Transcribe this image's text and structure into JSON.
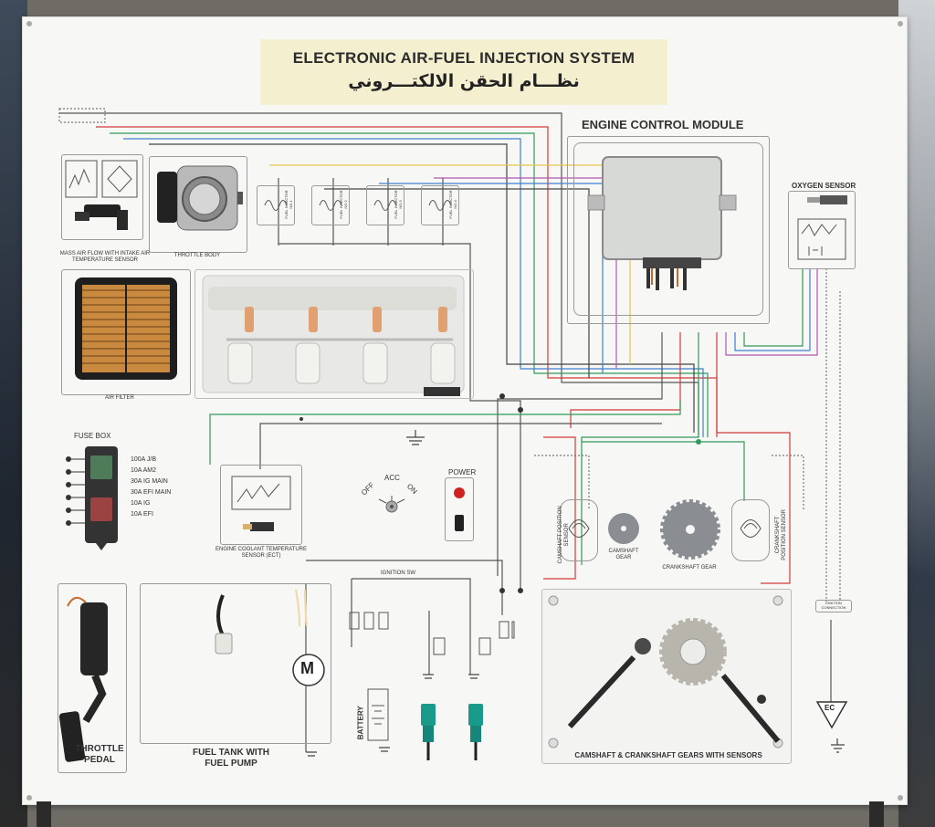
{
  "board": {
    "title_en": "ELECTRONIC AIR-FUEL INJECTION SYSTEM",
    "title_ar": "نظـــام الحقن الالكتـــروني"
  },
  "components": {
    "maf_label": "MASS AIR FLOW WITH INTAKE AIR TEMPERATURE SENSOR",
    "throttle_body_label": "THROTTLE BODY",
    "injector_labels": [
      "FUEL INJECTOR NO.1",
      "FUEL INJECTOR NO.2",
      "FUEL INJECTOR NO.3",
      "FUEL INJECTOR NO.4"
    ],
    "ecm_label": "ENGINE CONTROL MODULE",
    "oxygen_sensor_label": "OXYGEN SENSOR",
    "air_filter_label": "AIR FILTER",
    "fuse_box_label": "FUSE BOX",
    "fuses": [
      "100A J/B",
      "10A AM2",
      "30A IG MAIN",
      "30A EFI MAIN",
      "10A IG",
      "10A EFI"
    ],
    "ect_label": "ENGINE COOLANT TEMPERATURE SENSOR (ECT)",
    "ignition_positions": [
      "OFF",
      "ACC",
      "ON"
    ],
    "power_label": "POWER",
    "camshaft_sensor_label": "CAMSHAFT POSITION SENSOR",
    "camshaft_gear_label": "CAMSHAFT GEAR",
    "crankshaft_gear_label": "CRANKSHAFT GEAR",
    "crankshaft_sensor_label": "CRANKSHAFT POSITION SENSOR",
    "throttle_pedal_label": "THROTTLE PEDAL",
    "fuel_tank_label": "FUEL TANK WITH FUEL PUMP",
    "motor_symbol": "M",
    "ignition_sw_label": "IGNITION SW",
    "battery_label": "BATTERY",
    "gears_sensors_label": "CAMSHAFT & CRANKSHAFT GEARS WITH SENSORS",
    "ignition_connection_label": "IGNITION CONNECTION",
    "ec_symbol": "EC"
  },
  "colors": {
    "wire_red": "#d23b3b",
    "wire_green": "#2f9a5a",
    "wire_blue": "#3f7fd0",
    "wire_yellow": "#e6c84a",
    "wire_gray": "#555555",
    "wire_purple": "#b05ab0",
    "title_bg": "#f3efcf"
  }
}
